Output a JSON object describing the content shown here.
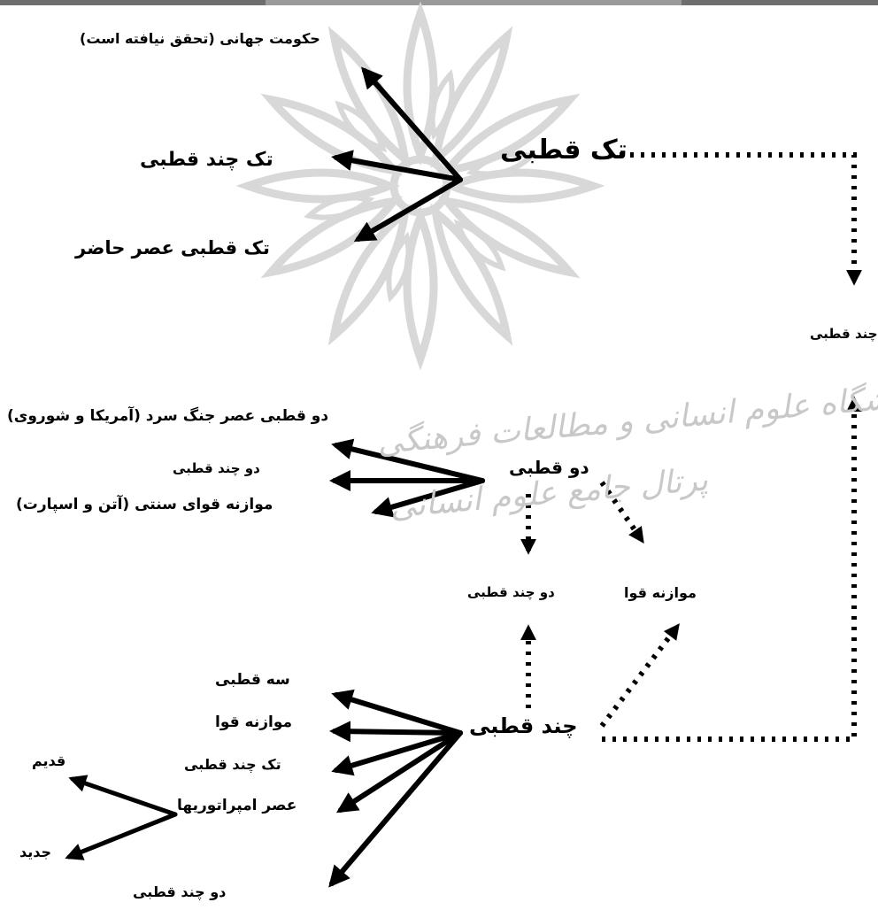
{
  "nodes": {
    "unipolar": "تک قطبی",
    "bipolar": "دو قطبی",
    "multipolar": "چند قطبی",
    "uni_multipolar_right": "تک چند قطبی",
    "bi_multipolar_center": "دو چند قطبی",
    "balance_of_power_center": "موازنه قوا"
  },
  "unipolar_branches": {
    "world_government": "حکومت جهانی (تحقق نیافته است)",
    "uni_multipolar": "تک چند قطبی",
    "present_unipolar": "تک قطبی عصر حاضر"
  },
  "bipolar_branches": {
    "cold_war": "دو قطبی عصر جنگ سرد (آمریکا و شوروی)",
    "bi_multipolar": "دو چند قطبی",
    "traditional_balance": "موازنه قوای سنتی (آتن و اسپارت)"
  },
  "multipolar_branches": {
    "tripolar": "سه قطبی",
    "balance_of_power": "موازنه قوا",
    "uni_multipolar": "تک چند قطبی",
    "age_of_empires": "عصر امپراتوریها",
    "bi_multipolar": "دو چند قطبی"
  },
  "empire_branches": {
    "old": "قدیم",
    "new": "جدید"
  },
  "watermark": {
    "line1": "پژوهشگاه علوم انسانی و مطالعات فرهنگی",
    "line2": "پرتال جامع علوم انسانی"
  },
  "colors": {
    "ink": "#000000",
    "watermark": "#d0d0d0",
    "topbar": "#6e6e6e"
  }
}
